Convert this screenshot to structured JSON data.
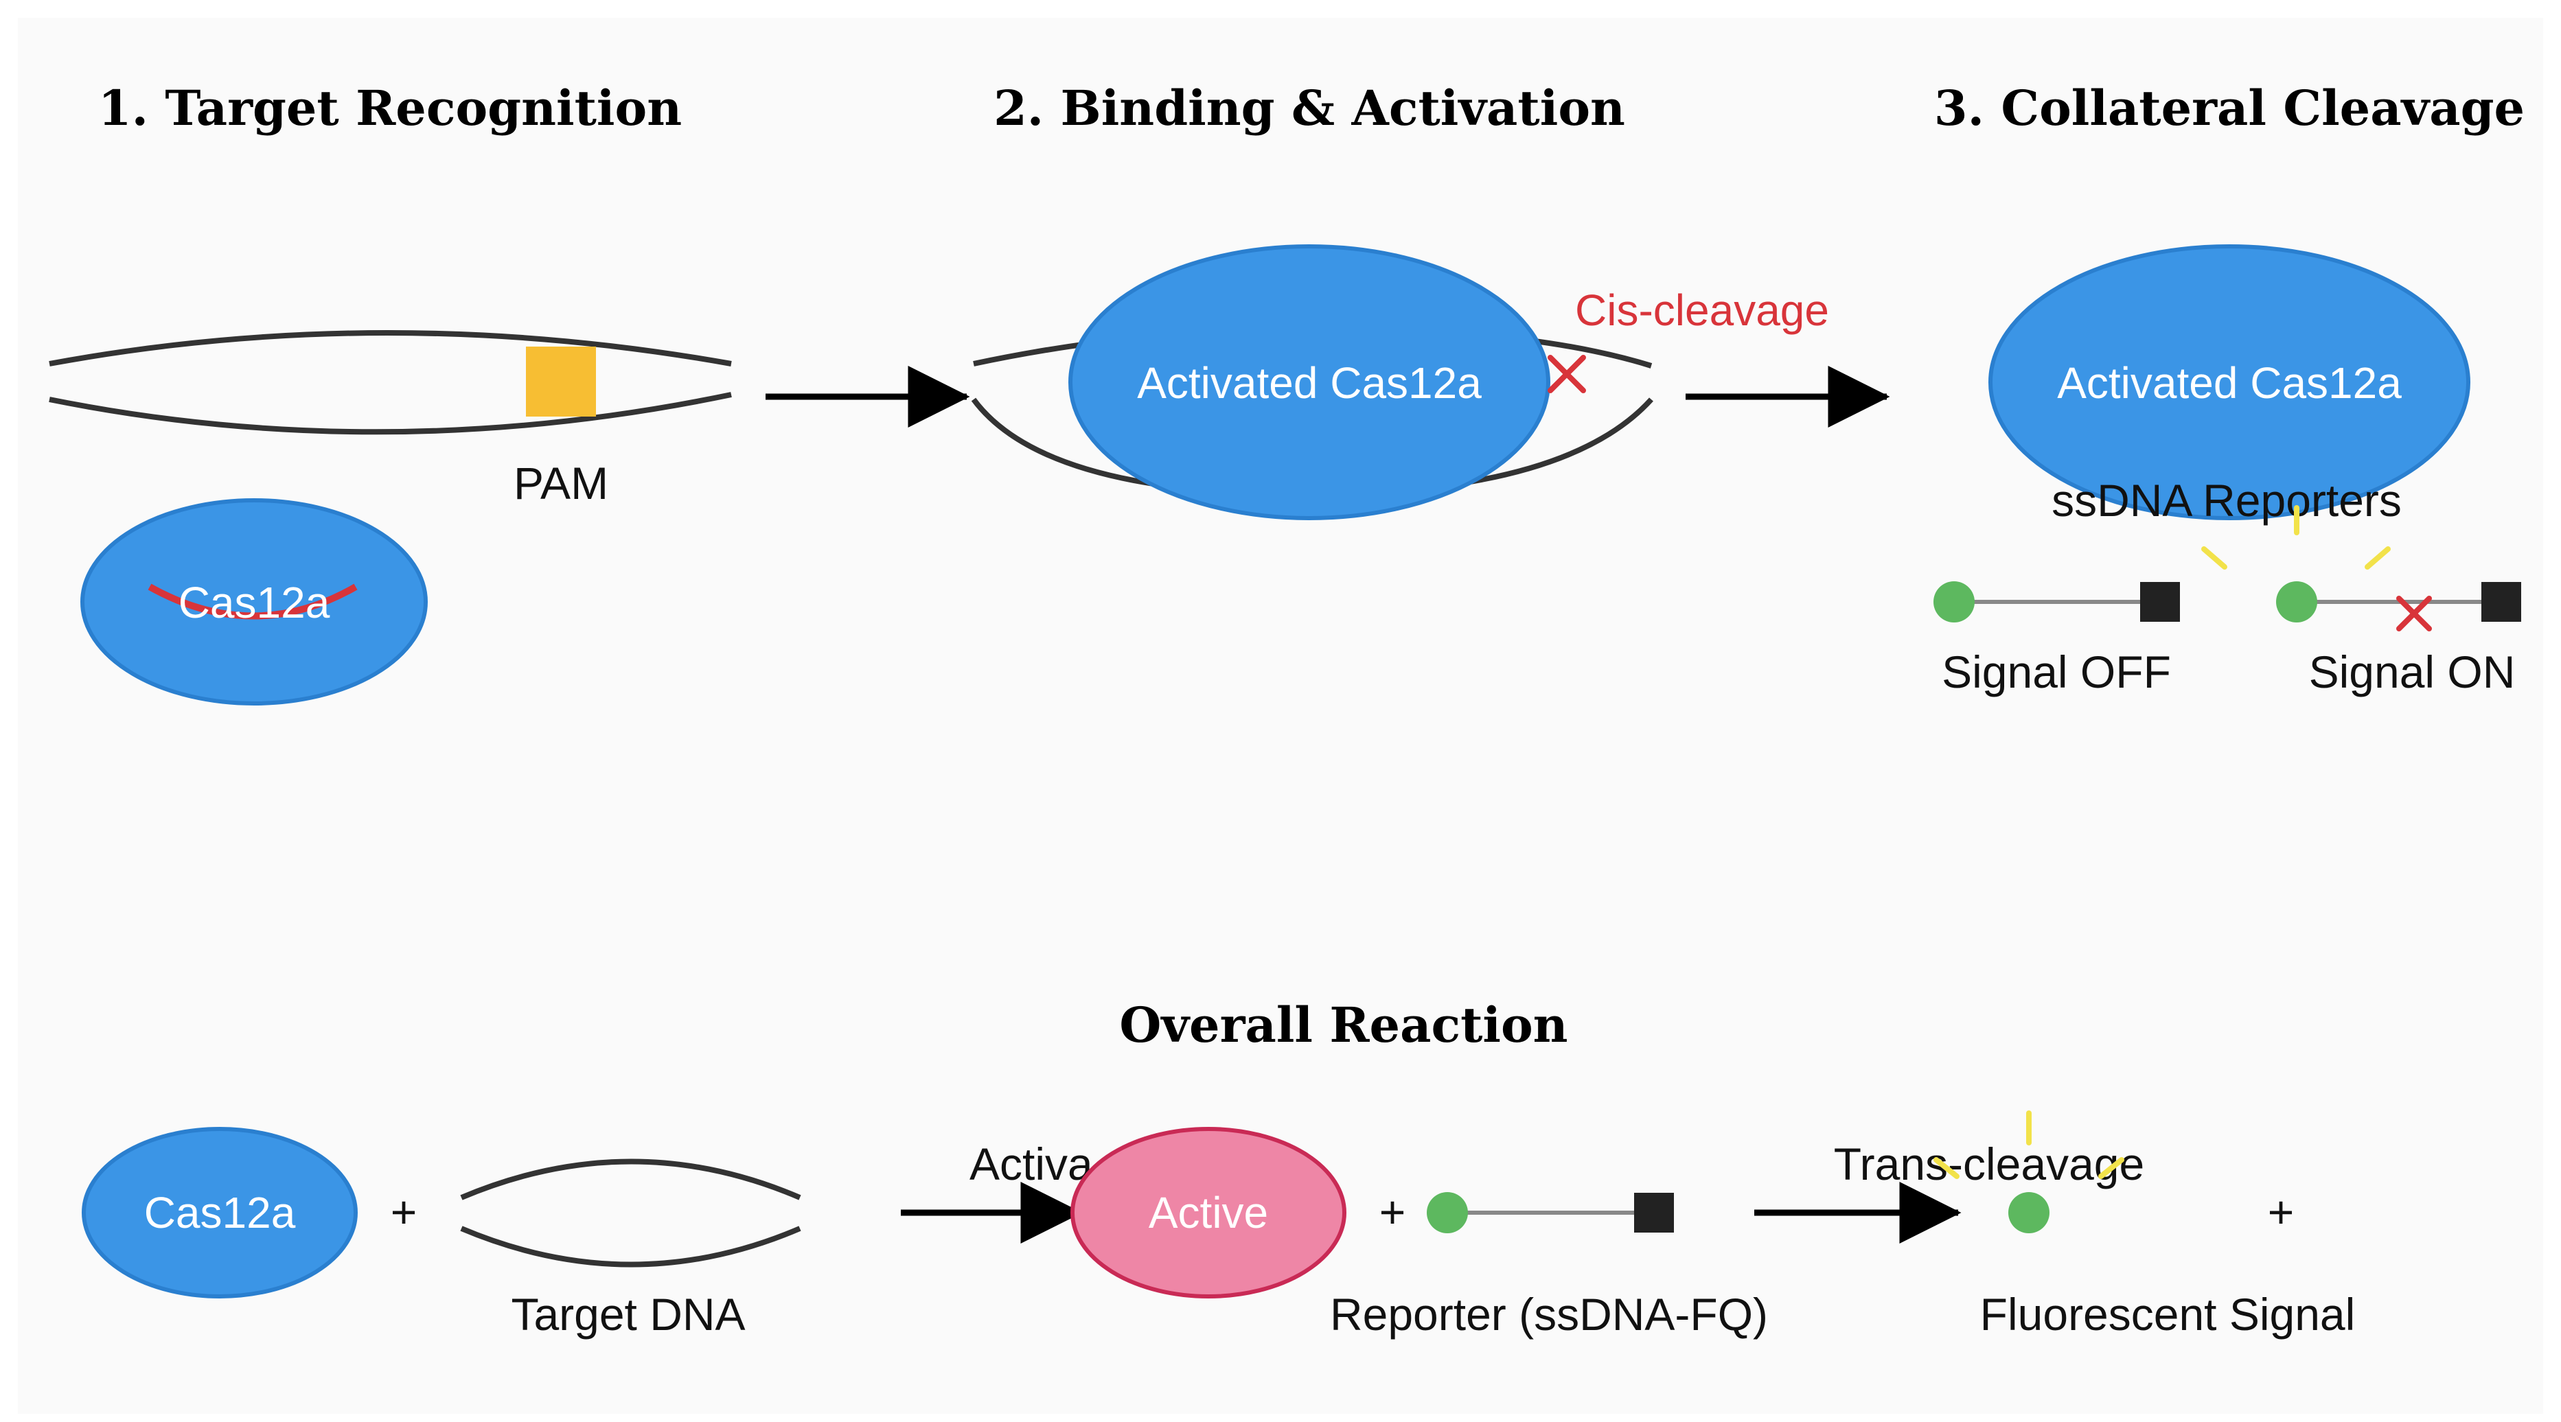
{
  "panels": {
    "target_recognition": {
      "title": "1. Target Recognition",
      "pam_label": "PAM",
      "enzyme_label": "Cas12a"
    },
    "binding_activation": {
      "title": "2. Binding & Activation",
      "enzyme_label": "Activated Cas12a",
      "cis_label": "Cis-cleavage"
    },
    "collateral_cleavage": {
      "title": "3. Collateral Cleavage",
      "enzyme_label": "Activated Cas12a",
      "reporters_label": "ssDNA Reporters",
      "signal_off_label": "Signal OFF",
      "signal_on_label": "Signal ON"
    }
  },
  "overall": {
    "title": "Overall Reaction",
    "enzyme_label": "Cas12a",
    "plus": "+",
    "target_label": "Target DNA",
    "activation_label": "Activa",
    "active_label": "Active",
    "reporter_label": "Reporter (ssDNA-FQ)",
    "trans_label": "Trans-cleavage",
    "signal_label": "Fluorescent Signal"
  },
  "colors": {
    "background": "#fafafa",
    "enzyme_fill": "#3b95e6",
    "enzyme_stroke": "#2a7fcf",
    "active_fill": "#ee86a6",
    "active_stroke": "#c92a55",
    "pam": "#f7be33",
    "cleavage_red": "#d8343a",
    "fluor_green": "#5db85f",
    "quencher": "#222222",
    "spark_yellow": "#f2e24a",
    "dna_stroke": "#333333"
  }
}
